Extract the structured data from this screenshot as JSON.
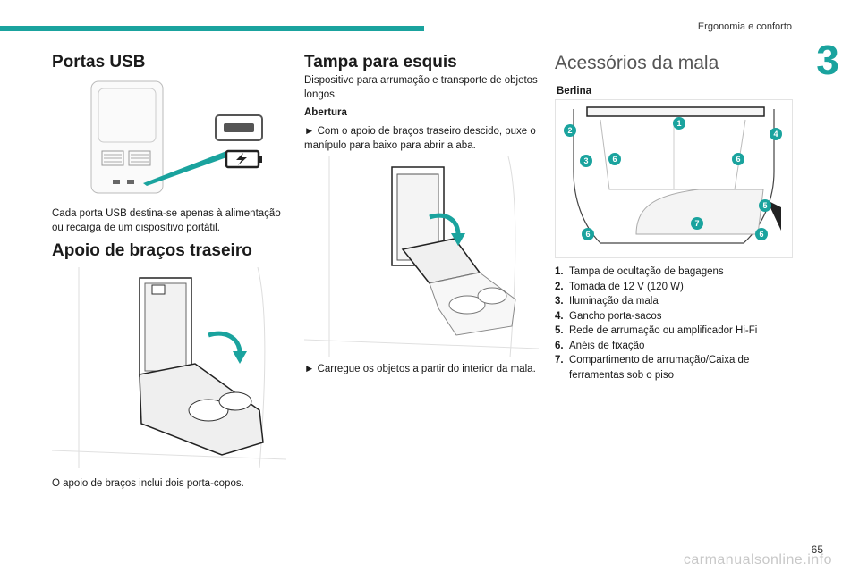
{
  "header": {
    "section_title": "Ergonomia e conforto",
    "chapter_number": "3"
  },
  "usb": {
    "heading": "Portas USB",
    "text": "Cada porta USB destina-se apenas à alimentação ou recarga de um dispositivo portátil."
  },
  "armrest": {
    "heading": "Apoio de braços traseiro",
    "caption": "O apoio de braços inclui dois porta-copos."
  },
  "ski": {
    "heading": "Tampa para esquis",
    "intro": "Dispositivo para arrumação e transporte de objetos longos.",
    "subheading": "Abertura",
    "step1": "► Com o apoio de braços traseiro descido, puxe o manípulo para baixo para abrir a aba.",
    "step2": "► Carregue os objetos a partir do interior da mala."
  },
  "trunk": {
    "heading": "Acessórios da mala",
    "subheading": "Berlina",
    "callouts": [
      "1",
      "2",
      "3",
      "4",
      "5",
      "6",
      "7"
    ],
    "legend": [
      {
        "num": "1.",
        "text": "Tampa de ocultação de bagagens"
      },
      {
        "num": "2.",
        "text": "Tomada de 12 V (120 W)"
      },
      {
        "num": "3.",
        "text": "Iluminação da mala"
      },
      {
        "num": "4.",
        "text": "Gancho porta-sacos"
      },
      {
        "num": "5.",
        "text": "Rede de arrumação ou amplificador Hi-Fi"
      },
      {
        "num": "6.",
        "text": "Anéis de fixação"
      },
      {
        "num": "7.",
        "text": "Compartimento de arrumação/Caixa de ferramentas sob o piso"
      }
    ]
  },
  "footer": {
    "page_number": "65",
    "watermark": "carmanualsonline.info"
  },
  "colors": {
    "accent": "#1aa39e"
  }
}
